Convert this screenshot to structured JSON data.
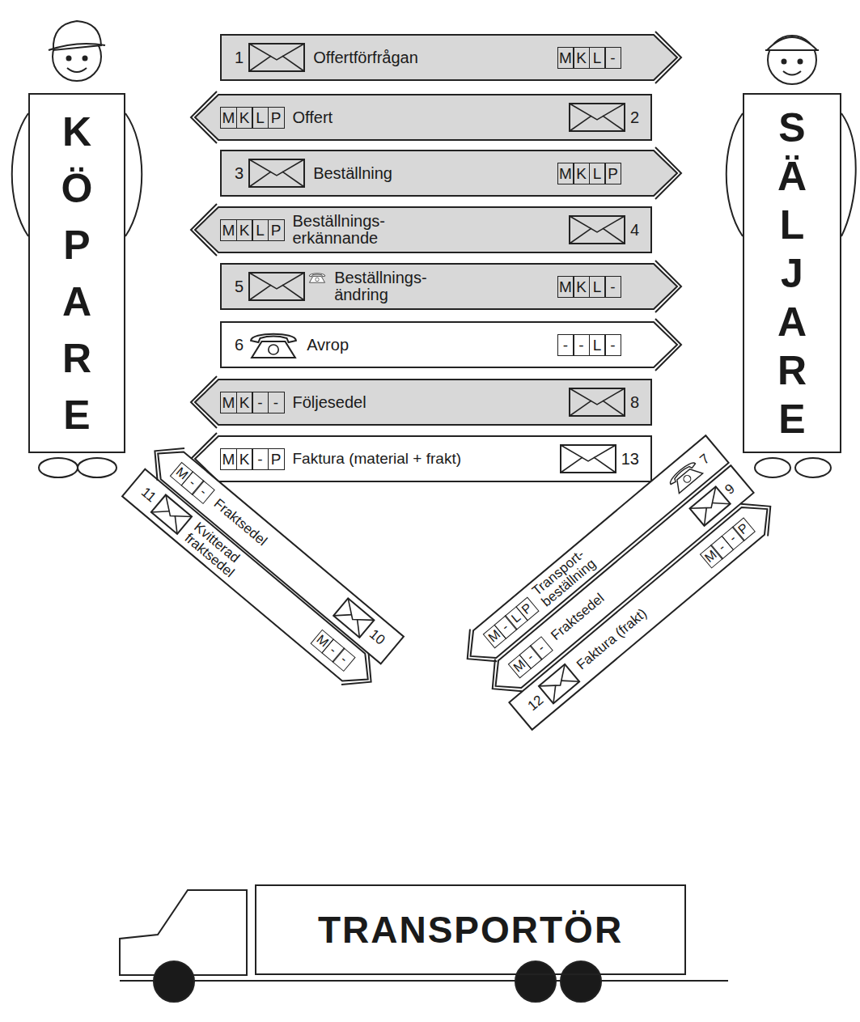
{
  "diagram": {
    "nodes": [
      {
        "text": [
          "KÖPARE"
        ]
      },
      {
        "text": [
          "SÄLJARE"
        ]
      },
      {
        "text": [
          "TRANSPORTÖR"
        ]
      },
      {
        "text": [
          "1",
          "Offertförfrågan"
        ]
      },
      {
        "text": [
          "M"
        ],
        "in": 3
      },
      {
        "text": [
          "K"
        ],
        "in": 3
      },
      {
        "text": [
          "L"
        ],
        "in": 3
      },
      {
        "text": [
          "-"
        ],
        "in": 3
      },
      {
        "text": [
          "Offert",
          "2"
        ]
      },
      {
        "text": [
          "M"
        ],
        "in": 8
      },
      {
        "text": [
          "K"
        ],
        "in": 8
      },
      {
        "text": [
          "L"
        ],
        "in": 8
      },
      {
        "text": [
          "P"
        ],
        "in": 8
      },
      {
        "text": [
          "3",
          "Beställning"
        ]
      },
      {
        "text": [
          "M"
        ],
        "in": 13
      },
      {
        "text": [
          "K"
        ],
        "in": 13
      },
      {
        "text": [
          "L"
        ],
        "in": 13
      },
      {
        "text": [
          "P"
        ],
        "in": 13
      },
      {
        "text": [
          "Beställnings- erkännande",
          "4"
        ]
      },
      {
        "text": [
          "M"
        ],
        "in": 18
      },
      {
        "text": [
          "K"
        ],
        "in": 18
      },
      {
        "text": [
          "L"
        ],
        "in": 18
      },
      {
        "text": [
          "P"
        ],
        "in": 18
      },
      {
        "text": [
          "5",
          "Beställnings- ändring"
        ]
      },
      {
        "text": [
          "M"
        ],
        "in": 23
      },
      {
        "text": [
          "K"
        ],
        "in": 23
      },
      {
        "text": [
          "L"
        ],
        "in": 23
      },
      {
        "text": [
          "-"
        ],
        "in": 23
      },
      {
        "text": [
          "6",
          "Avrop"
        ]
      },
      {
        "text": [
          "-"
        ],
        "in": 28
      },
      {
        "text": [
          "-"
        ],
        "in": 28
      },
      {
        "text": [
          "L"
        ],
        "in": 28
      },
      {
        "text": [
          "-"
        ],
        "in": 28
      },
      {
        "text": [
          "Följesedel",
          "8"
        ]
      },
      {
        "text": [
          "M"
        ],
        "in": 33
      },
      {
        "text": [
          "K"
        ],
        "in": 33
      },
      {
        "text": [
          "-"
        ],
        "in": 33
      },
      {
        "text": [
          "-"
        ],
        "in": 33
      },
      {
        "text": [
          "Faktura (material + frakt)",
          "13"
        ]
      },
      {
        "text": [
          "M"
        ],
        "in": 38
      },
      {
        "text": [
          "K"
        ],
        "in": 38
      },
      {
        "text": [
          "-"
        ],
        "in": 38
      },
      {
        "text": [
          "P"
        ],
        "in": 38
      },
      {
        "text": [
          "11",
          "Kvitterad fraktsedel"
        ]
      },
      {
        "text": [
          "M"
        ],
        "in": 43
      },
      {
        "text": [
          "-"
        ],
        "in": 43
      },
      {
        "text": [
          "-"
        ],
        "in": 43
      },
      {
        "text": [
          "Fraktsedel",
          "10"
        ]
      },
      {
        "text": [
          "M"
        ],
        "in": 47
      },
      {
        "text": [
          "-"
        ],
        "in": 47
      },
      {
        "text": [
          "-"
        ],
        "in": 47
      },
      {
        "text": [
          "Transport- beställning",
          "7"
        ]
      },
      {
        "text": [
          "M"
        ],
        "in": 51
      },
      {
        "text": [
          "-"
        ],
        "in": 51
      },
      {
        "text": [
          "L"
        ],
        "in": 51
      },
      {
        "text": [
          "P"
        ],
        "in": 51
      },
      {
        "text": [
          "Fraktsedel",
          "9"
        ]
      },
      {
        "text": [
          "M"
        ],
        "in": 56
      },
      {
        "text": [
          "-"
        ],
        "in": 56
      },
      {
        "text": [
          "-"
        ],
        "in": 56
      },
      {
        "text": [
          "12",
          "Faktura (frakt)"
        ]
      },
      {
        "text": [
          "M"
        ],
        "in": 60
      },
      {
        "text": [
          "-"
        ],
        "in": 60
      },
      {
        "text": [
          "-"
        ],
        "in": 60
      },
      {
        "text": [
          "P"
        ],
        "in": 60
      }
    ]
  }
}
